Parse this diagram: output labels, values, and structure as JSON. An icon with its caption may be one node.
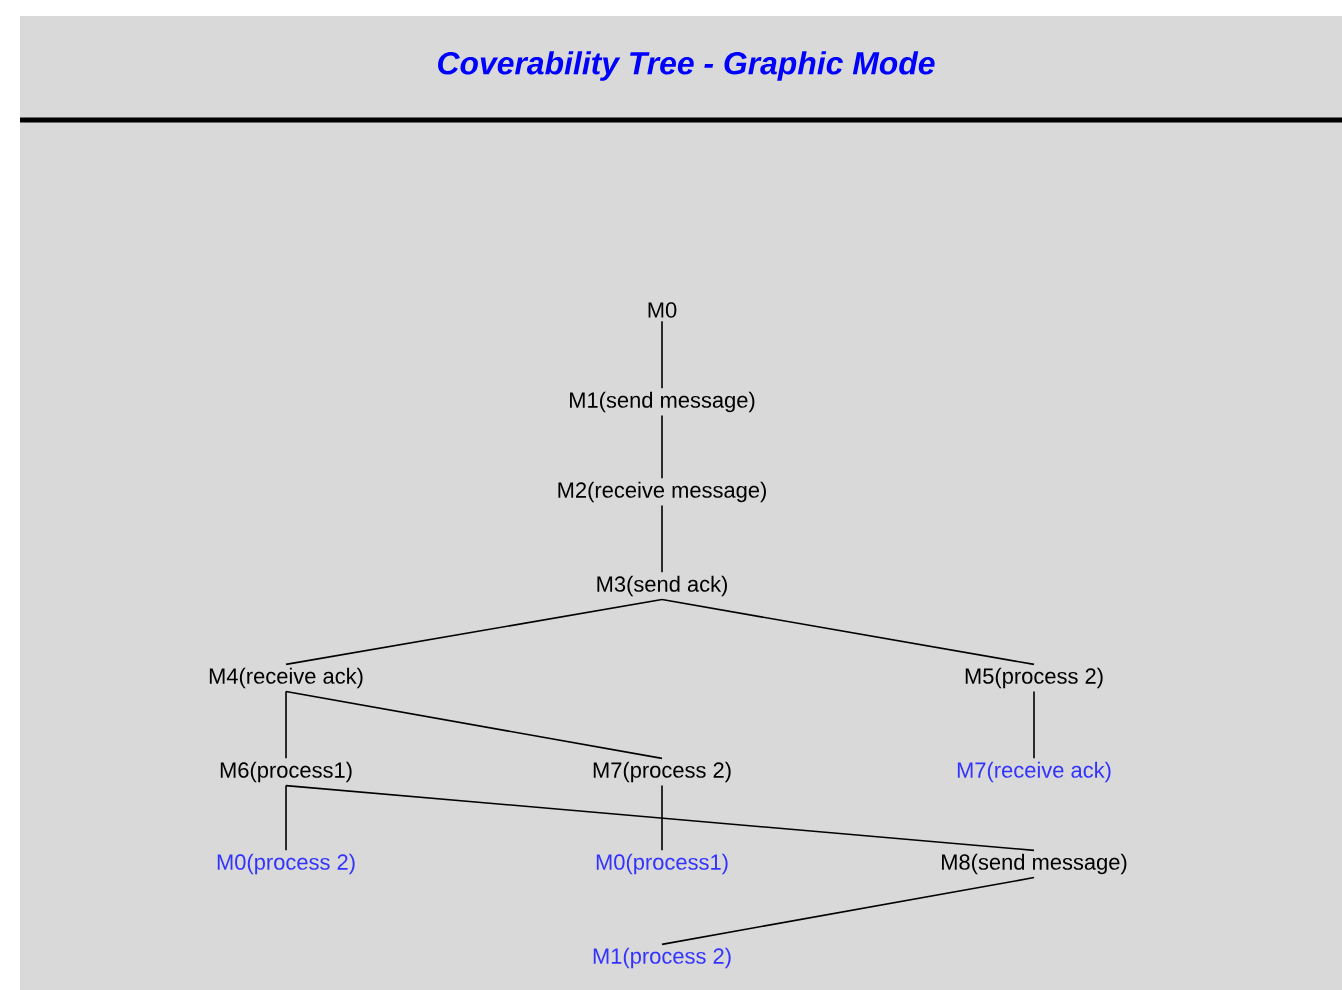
{
  "diagram": {
    "title": "Coverability Tree - Graphic Mode",
    "nodes": [
      {
        "text": [
          "M0"
        ]
      },
      {
        "text": [
          "M1(send message)"
        ]
      },
      {
        "text": [
          "M2(receive message)"
        ]
      },
      {
        "text": [
          "M3(send ack)"
        ]
      },
      {
        "text": [
          "M4(receive ack)"
        ]
      },
      {
        "text": [
          "M5(process 2)"
        ]
      },
      {
        "text": [
          "M6(process1)"
        ]
      },
      {
        "text": [
          "M7(process 2)"
        ]
      },
      {
        "text": [
          "M7(receive ack)"
        ]
      },
      {
        "text": [
          "M0(process 2)"
        ]
      },
      {
        "text": [
          "M0(process1)"
        ]
      },
      {
        "text": [
          "M8(send message)"
        ]
      },
      {
        "text": [
          "M1(process 2)"
        ]
      }
    ],
    "edges": [
      {
        "from": 0,
        "to": 1,
        "arrow": "none"
      },
      {
        "from": 1,
        "to": 2,
        "arrow": "none"
      },
      {
        "from": 2,
        "to": 3,
        "arrow": "none"
      },
      {
        "from": 3,
        "to": 4,
        "arrow": "none"
      },
      {
        "from": 3,
        "to": 5,
        "arrow": "none"
      },
      {
        "from": 4,
        "to": 6,
        "arrow": "none"
      },
      {
        "from": 4,
        "to": 7,
        "arrow": "none"
      },
      {
        "from": 5,
        "to": 8,
        "arrow": "none"
      },
      {
        "from": 6,
        "to": 9,
        "arrow": "none"
      },
      {
        "from": 6,
        "to": 11,
        "arrow": "none"
      },
      {
        "from": 7,
        "to": 10,
        "arrow": "none"
      },
      {
        "from": 11,
        "to": 12,
        "arrow": "none"
      }
    ]
  }
}
